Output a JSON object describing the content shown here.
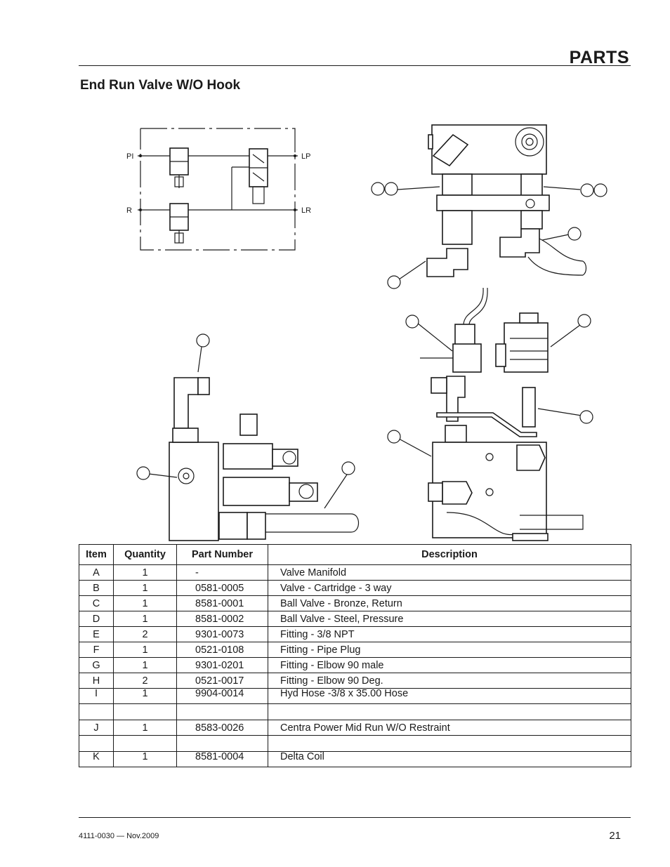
{
  "header": {
    "title": "PARTS"
  },
  "section": {
    "title": "End Run Valve W/O Hook"
  },
  "schematic": {
    "labels": {
      "pi": "PI",
      "lp": "LP",
      "r": "R",
      "lr": "LR"
    }
  },
  "table": {
    "headers": {
      "item": "Item",
      "quantity": "Quantity",
      "part_number": "Part Number",
      "description": "Description"
    },
    "rows": [
      {
        "item": "A",
        "qty": "1",
        "pn": "-",
        "desc": "Valve Manifold"
      },
      {
        "item": "B",
        "qty": "1",
        "pn": "0581-0005",
        "desc": "Valve - Cartridge - 3 way"
      },
      {
        "item": "C",
        "qty": "1",
        "pn": "8581-0001",
        "desc": "Ball Valve - Bronze, Return"
      },
      {
        "item": "D",
        "qty": "1",
        "pn": "8581-0002",
        "desc": "Ball Valve - Steel, Pressure"
      },
      {
        "item": "E",
        "qty": "2",
        "pn": "9301-0073",
        "desc": "Fitting - 3/8 NPT"
      },
      {
        "item": "F",
        "qty": "1",
        "pn": "0521-0108",
        "desc": "Fitting - Pipe Plug"
      },
      {
        "item": "G",
        "qty": "1",
        "pn": "9301-0201",
        "desc": "Fitting - Elbow 90 male"
      },
      {
        "item": "H",
        "qty": "2",
        "pn": "0521-0017",
        "desc": "Fitting - Elbow 90 Deg."
      },
      {
        "item": "I",
        "qty": "1",
        "pn": "9904-0014",
        "desc": "Hyd Hose -3/8 x 35.00 Hose"
      },
      {
        "item": "",
        "qty": "",
        "pn": "",
        "desc": ""
      },
      {
        "item": "J",
        "qty": "1",
        "pn": "8583-0026",
        "desc": "Centra Power Mid Run W/O Restraint"
      },
      {
        "item": "",
        "qty": "",
        "pn": "",
        "desc": ""
      },
      {
        "item": "K",
        "qty": "1",
        "pn": "8581-0004",
        "desc": "Delta Coil"
      }
    ]
  },
  "footer": {
    "doc": "4111-0030 — Nov.2009",
    "page": "21"
  }
}
